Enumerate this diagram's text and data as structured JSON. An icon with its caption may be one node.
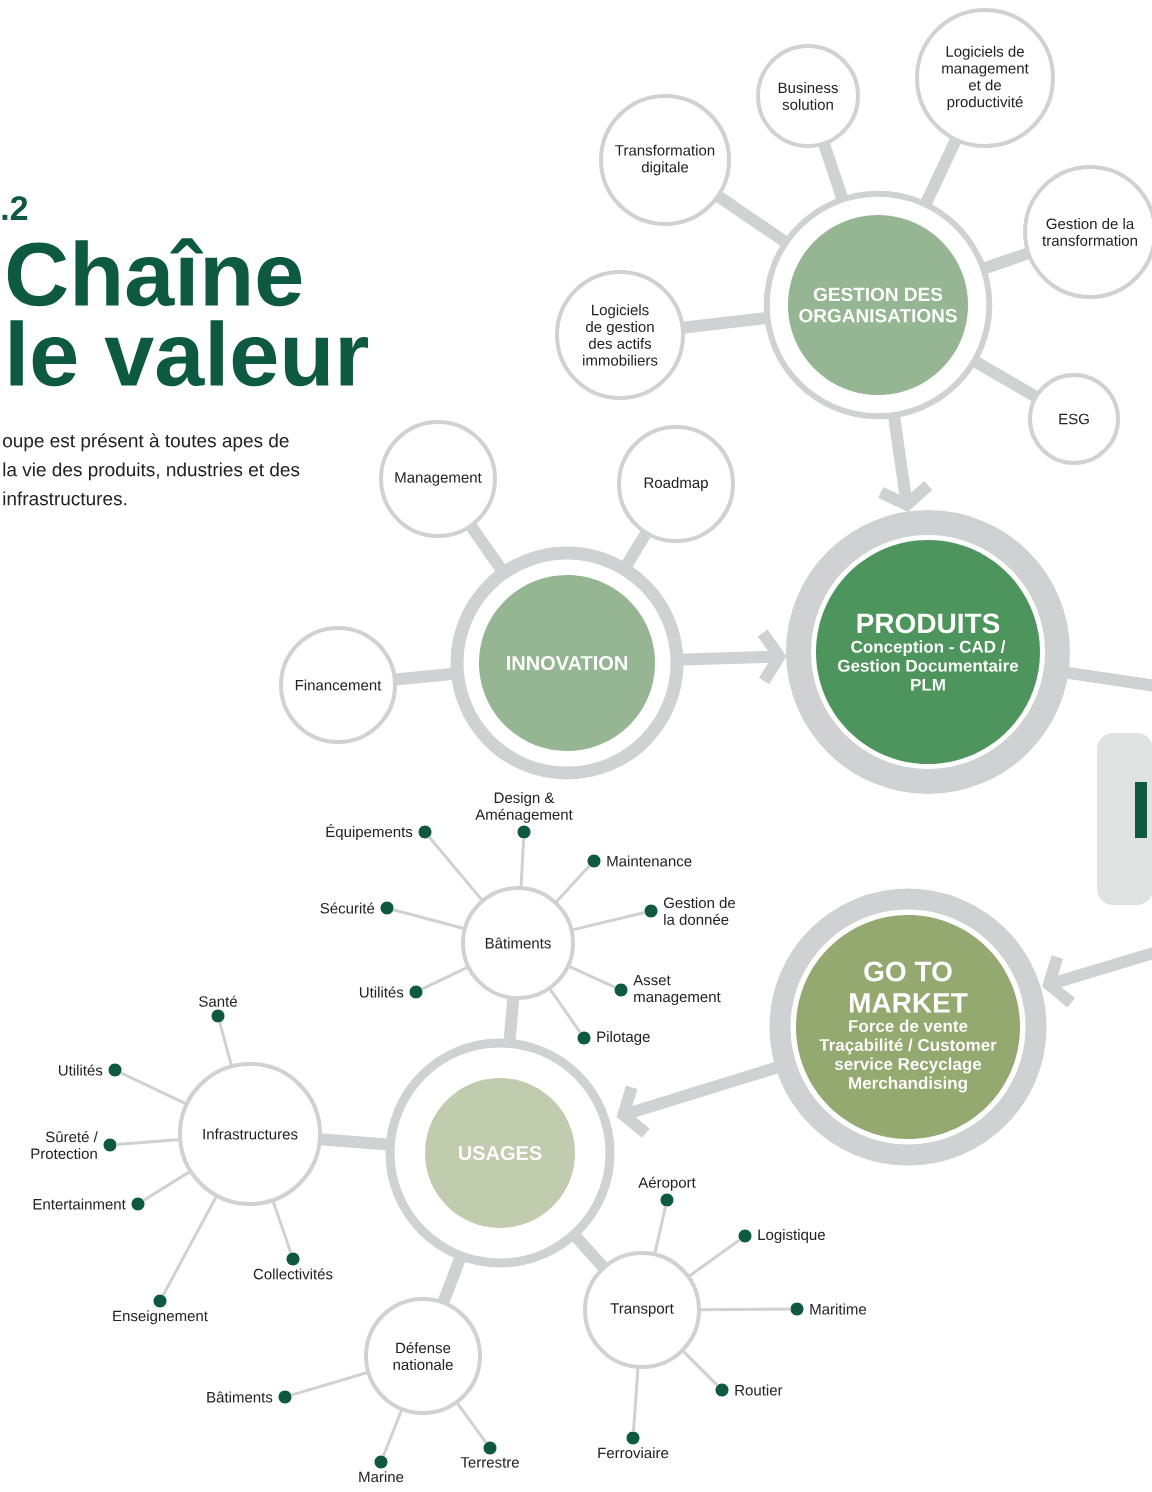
{
  "diagram": {
    "title": "Chaîne le valeur",
    "nodes": [
      {
        "text": [
          "Logiciels de management et de productivité"
        ]
      },
      {
        "text": [
          "Business solution"
        ]
      },
      {
        "text": [
          "Transformation digitale"
        ]
      },
      {
        "text": [
          "Gestion de la transformation"
        ]
      },
      {
        "text": [
          "GESTION DES ORGANISATIONS"
        ]
      },
      {
        "text": [
          "Logiciels de gestion des actifs immobiliers"
        ]
      },
      {
        "text": [
          "ESG"
        ]
      },
      {
        "text": [
          "Management"
        ]
      },
      {
        "text": [
          "Roadmap"
        ]
      },
      {
        "text": [
          "INNOVATION"
        ]
      },
      {
        "text": [
          "PRODUITS",
          "Conception - CAD / Gestion Documentaire PLM"
        ]
      },
      {
        "text": [
          "Financement"
        ]
      },
      {
        "text": [],
        "shape": "box"
      },
      {
        "text": [
          "GO TO MARKET",
          "Force de vente Traçabilité / Customer service Recyclage Merchandising"
        ]
      },
      {
        "text": [
          "Bâtiments"
        ]
      },
      {
        "text": [],
        "shape": "circle",
        "beside": [
          "Équipements"
        ]
      },
      {
        "text": [],
        "shape": "circle",
        "beside": [
          "Design & Aménagement"
        ]
      },
      {
        "text": [],
        "shape": "circle",
        "beside": [
          "Maintenance"
        ]
      },
      {
        "text": [],
        "shape": "circle",
        "beside": [
          "Gestion de la donnée"
        ]
      },
      {
        "text": [],
        "shape": "circle",
        "beside": [
          "Asset management"
        ]
      },
      {
        "text": [],
        "shape": "circle",
        "beside": [
          "Pilotage"
        ]
      },
      {
        "text": [],
        "shape": "circle",
        "beside": [
          "Utilités"
        ]
      },
      {
        "text": [],
        "shape": "circle",
        "beside": [
          "Sécurité"
        ]
      },
      {
        "text": [
          "USAGES"
        ]
      },
      {
        "text": [
          "Infrastructures"
        ]
      },
      {
        "text": [],
        "shape": "circle",
        "beside": [
          "Santé"
        ]
      },
      {
        "text": [],
        "shape": "circle",
        "beside": [
          "Utilités"
        ]
      },
      {
        "text": [],
        "shape": "circle",
        "beside": [
          "Sûreté / Protection"
        ]
      },
      {
        "text": [],
        "shape": "circle",
        "beside": [
          "Entertainment"
        ]
      },
      {
        "text": [],
        "shape": "circle",
        "beside": [
          "Collectivités"
        ]
      },
      {
        "text": [],
        "shape": "circle",
        "beside": [
          "Enseignement"
        ]
      },
      {
        "text": [
          "Transport"
        ]
      },
      {
        "text": [],
        "shape": "circle",
        "beside": [
          "Aéroport"
        ]
      },
      {
        "text": [],
        "shape": "circle",
        "beside": [
          "Logistique"
        ]
      },
      {
        "text": [],
        "shape": "circle",
        "beside": [
          "Maritime"
        ]
      },
      {
        "text": [],
        "shape": "circle",
        "beside": [
          "Routier"
        ]
      },
      {
        "text": [],
        "shape": "circle",
        "beside": [
          "Ferroviaire"
        ]
      },
      {
        "text": [
          "Défense nationale"
        ]
      },
      {
        "text": [],
        "shape": "circle",
        "beside": [
          "Bâtiments"
        ]
      },
      {
        "text": [],
        "shape": "circle",
        "beside": [
          "Terrestre"
        ]
      },
      {
        "text": [],
        "shape": "circle",
        "beside": [
          "Marine"
        ]
      }
    ],
    "edges": [
      {
        "from": 4,
        "to": 0,
        "arrow": "none",
        "style": "thick"
      },
      {
        "from": 4,
        "to": 1,
        "arrow": "none",
        "style": "thick"
      },
      {
        "from": 4,
        "to": 2,
        "arrow": "none",
        "style": "thick"
      },
      {
        "from": 4,
        "to": 3,
        "arrow": "none",
        "style": "thick"
      },
      {
        "from": 4,
        "to": 5,
        "arrow": "none",
        "style": "thick"
      },
      {
        "from": 4,
        "to": 6,
        "arrow": "none",
        "style": "thick"
      },
      {
        "from": 4,
        "to": 10,
        "arrow": "to",
        "style": "thick"
      },
      {
        "from": 9,
        "to": 7,
        "arrow": "none",
        "style": "thick"
      },
      {
        "from": 9,
        "to": 8,
        "arrow": "none",
        "style": "thick"
      },
      {
        "from": 9,
        "to": 11,
        "arrow": "none",
        "style": "thick"
      },
      {
        "from": 9,
        "to": 10,
        "arrow": "to",
        "style": "thick"
      },
      {
        "from": 10,
        "to": null,
        "arrow": "none",
        "style": "thick"
      },
      {
        "from": null,
        "to": 13,
        "arrow": "to",
        "style": "thick"
      },
      {
        "from": 13,
        "to": 23,
        "arrow": "to",
        "style": "thick"
      },
      {
        "from": 23,
        "to": 14,
        "arrow": "none",
        "style": "thick"
      },
      {
        "from": 23,
        "to": 24,
        "arrow": "none",
        "style": "thick"
      },
      {
        "from": 23,
        "to": 31,
        "arrow": "none",
        "style": "thick"
      },
      {
        "from": 23,
        "to": 37,
        "arrow": "none",
        "style": "thick"
      },
      {
        "from": 14,
        "to": 15,
        "arrow": "none"
      },
      {
        "from": 14,
        "to": 16,
        "arrow": "none"
      },
      {
        "from": 14,
        "to": 17,
        "arrow": "none"
      },
      {
        "from": 14,
        "to": 18,
        "arrow": "none"
      },
      {
        "from": 14,
        "to": 19,
        "arrow": "none"
      },
      {
        "from": 14,
        "to": 20,
        "arrow": "none"
      },
      {
        "from": 14,
        "to": 21,
        "arrow": "none"
      },
      {
        "from": 14,
        "to": 22,
        "arrow": "none"
      },
      {
        "from": 24,
        "to": 25,
        "arrow": "none"
      },
      {
        "from": 24,
        "to": 26,
        "arrow": "none"
      },
      {
        "from": 24,
        "to": 27,
        "arrow": "none"
      },
      {
        "from": 24,
        "to": 28,
        "arrow": "none"
      },
      {
        "from": 24,
        "to": 29,
        "arrow": "none"
      },
      {
        "from": 24,
        "to": 30,
        "arrow": "none"
      },
      {
        "from": 31,
        "to": 32,
        "arrow": "none"
      },
      {
        "from": 31,
        "to": 33,
        "arrow": "none"
      },
      {
        "from": 31,
        "to": 34,
        "arrow": "none"
      },
      {
        "from": 31,
        "to": 35,
        "arrow": "none"
      },
      {
        "from": 31,
        "to": 36,
        "arrow": "none"
      },
      {
        "from": 37,
        "to": 38,
        "arrow": "none"
      },
      {
        "from": 37,
        "to": 39,
        "arrow": "none"
      },
      {
        "from": 37,
        "to": 40,
        "arrow": "none"
      }
    ],
    "labels": [
      ".2",
      "oupe est présent à toutes apes de la vie des produits, ndustries et des infrastructures."
    ]
  }
}
